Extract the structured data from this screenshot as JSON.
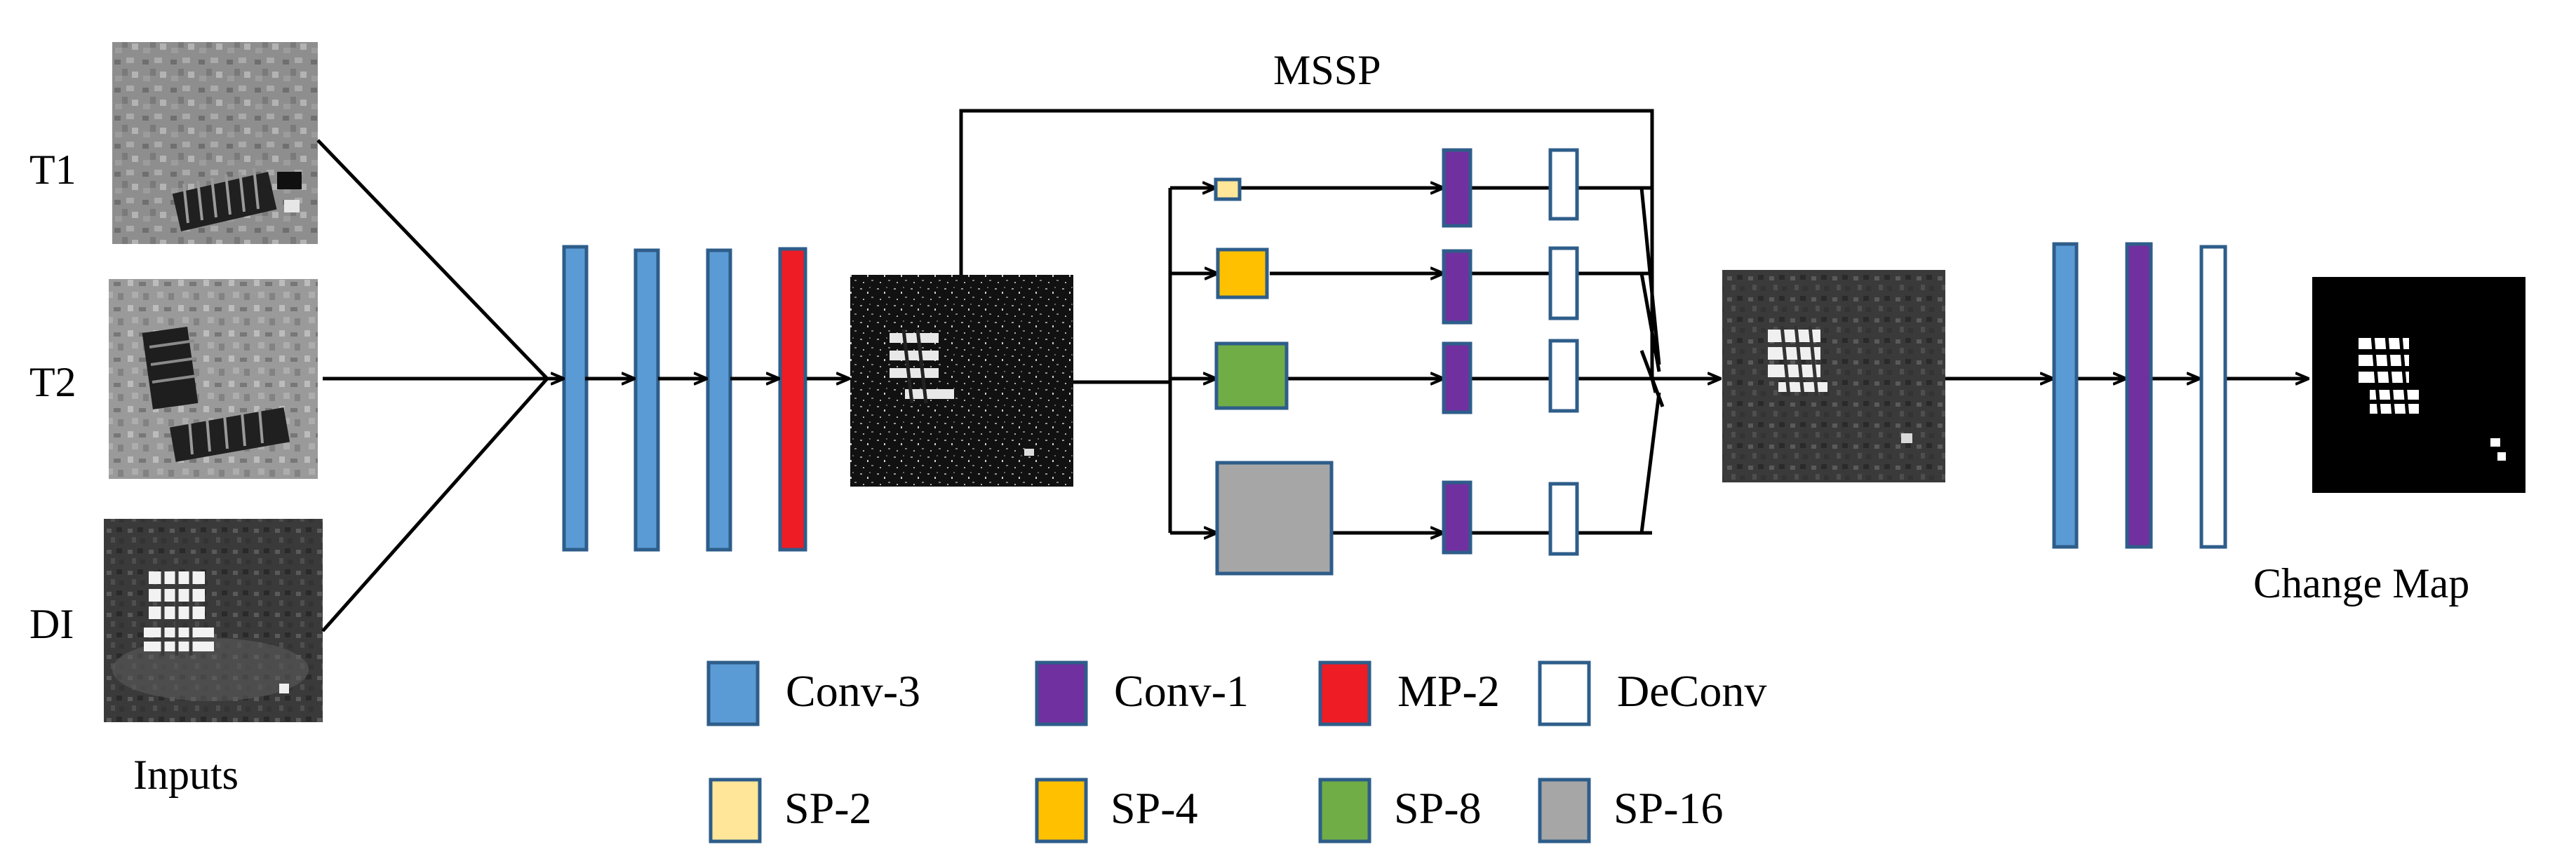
{
  "inputs": {
    "t1_label": "T1",
    "t2_label": "T2",
    "di_label": "DI",
    "caption": "Inputs"
  },
  "mssp_label": "MSSP",
  "output_caption": "Change Map",
  "legend": [
    {
      "label": "Conv-3",
      "color": "#5b9bd5"
    },
    {
      "label": "Conv-1",
      "color": "#7030a0"
    },
    {
      "label": "MP-2",
      "color": "#ee1c25"
    },
    {
      "label": "DeConv",
      "color": "#ffffff"
    },
    {
      "label": "SP-2",
      "color": "#ffe699"
    },
    {
      "label": "SP-4",
      "color": "#ffc000"
    },
    {
      "label": "SP-8",
      "color": "#70ad47"
    },
    {
      "label": "SP-16",
      "color": "#a6a6a6"
    }
  ],
  "colors": {
    "conv3": "#5b9bd5",
    "conv1": "#7030a0",
    "mp2": "#ee1c25",
    "deconv": "#ffffff",
    "sp2": "#ffe699",
    "sp4": "#ffc000",
    "sp8": "#70ad47",
    "sp16": "#a6a6a6",
    "block_stroke": "#2e5d8a",
    "line": "#000000"
  }
}
